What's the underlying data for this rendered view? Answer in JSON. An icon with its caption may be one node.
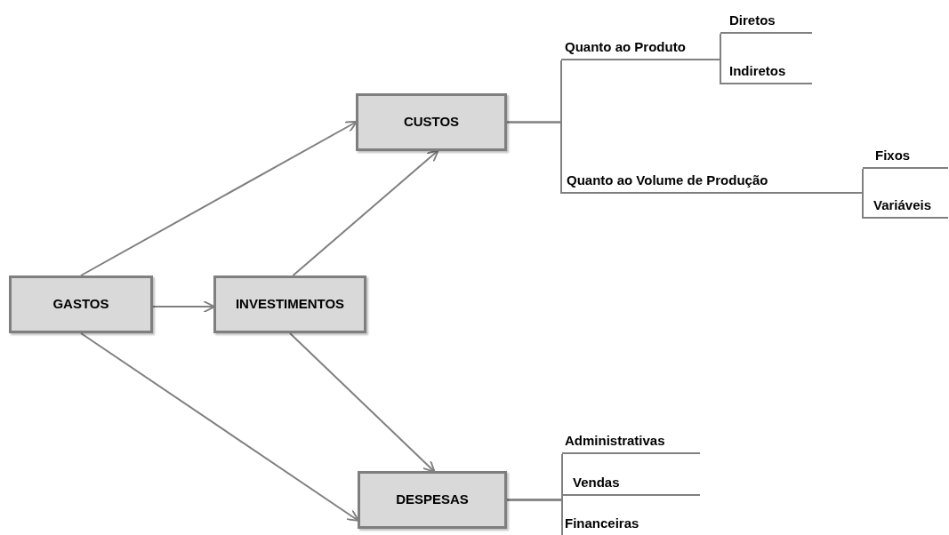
{
  "diagram": {
    "nodes": [
      {
        "text": [
          "GASTOS"
        ]
      },
      {
        "text": [
          "INVESTIMENTOS"
        ]
      },
      {
        "text": [
          "CUSTOS"
        ]
      },
      {
        "text": [
          "DESPESAS"
        ]
      },
      {
        "text": [
          "Quanto ao Produto"
        ]
      },
      {
        "text": [
          "Quanto ao Volume de Produção"
        ]
      },
      {
        "text": [
          "Diretos"
        ]
      },
      {
        "text": [
          "Indiretos"
        ]
      },
      {
        "text": [
          "Fixos"
        ]
      },
      {
        "text": [
          "Variáveis"
        ]
      },
      {
        "text": [
          "Administrativas"
        ]
      },
      {
        "text": [
          "Vendas"
        ]
      },
      {
        "text": [
          "Financeiras"
        ]
      }
    ],
    "edges": [
      {
        "from": 0,
        "to": 2,
        "arrow": "to"
      },
      {
        "from": 0,
        "to": 1,
        "arrow": "to"
      },
      {
        "from": 1,
        "to": 2,
        "arrow": "to"
      },
      {
        "from": 0,
        "to": 3,
        "arrow": "to"
      },
      {
        "from": 1,
        "to": 3,
        "arrow": "to"
      },
      {
        "from": 2,
        "to": 4,
        "arrow": "none"
      },
      {
        "from": 2,
        "to": 5,
        "arrow": "none"
      },
      {
        "from": 4,
        "to": 6,
        "arrow": "none"
      },
      {
        "from": 4,
        "to": 7,
        "arrow": "none"
      },
      {
        "from": 5,
        "to": 8,
        "arrow": "none"
      },
      {
        "from": 5,
        "to": 9,
        "arrow": "none"
      },
      {
        "from": 3,
        "to": 10,
        "arrow": "none"
      },
      {
        "from": 3,
        "to": 11,
        "arrow": "none"
      },
      {
        "from": 3,
        "to": 12,
        "arrow": "none"
      }
    ]
  }
}
